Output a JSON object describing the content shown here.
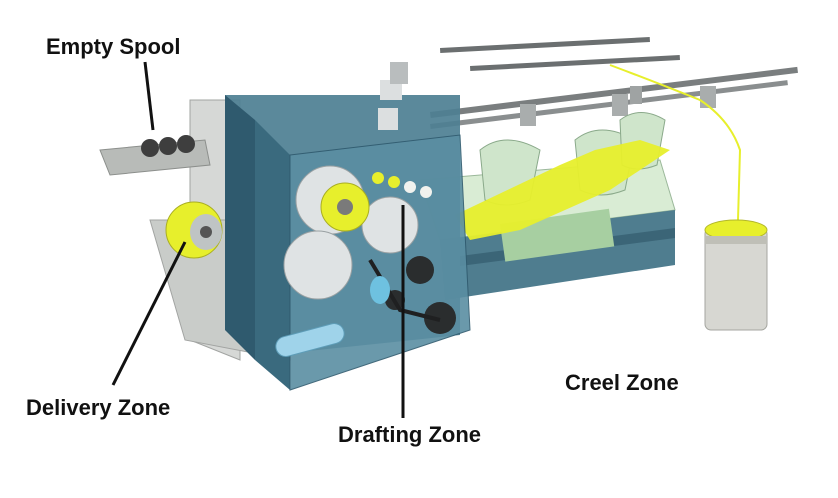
{
  "labels": {
    "empty_spool": "Empty Spool",
    "delivery_zone": "Delivery Zone",
    "drafting_zone": "Drafting Zone",
    "creel_zone": "Creel Zone"
  },
  "colors": {
    "machine_body": "#4d7f93",
    "machine_dark": "#2f5a6e",
    "frame_grey": "#c9ccc9",
    "bed_green": "#cde6c8",
    "sliver_yellow": "#e7ef2c",
    "roller_grey": "#dfe3e4",
    "can_grey": "#d7d7d2"
  }
}
